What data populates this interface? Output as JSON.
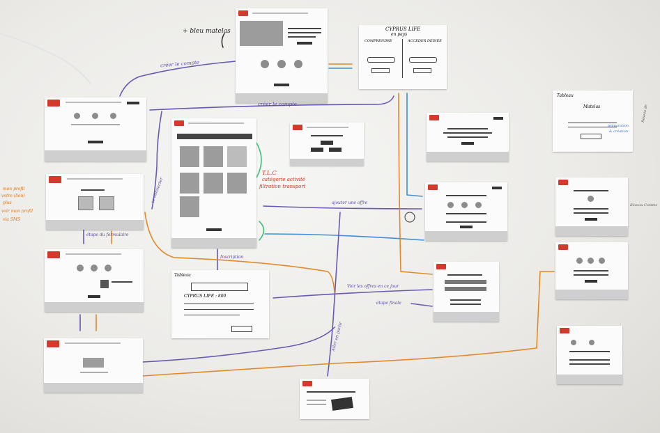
{
  "scene": {
    "description_free": true,
    "colors": {
      "purple": "#6a58b0",
      "orange": "#e08a2a",
      "blue": "#3f8fd6",
      "green": "#3fbf7a",
      "red": "#d23a2c"
    }
  },
  "notes": {
    "top_left": "+ bleu matelas",
    "create_account_1": "créer le compte",
    "create_account_2": "créer le compte",
    "connect": "se connecter",
    "tlc_1": "T.L.C",
    "tlc_2": "catégorie activité",
    "tlc_3": "filtration transport",
    "add_offer": "ajouter une offre",
    "step_form": "étape du formulaire",
    "inscription": "Inscription",
    "voir_offre": "Voir les offres en ce jour",
    "etape_finale": "étape finale",
    "left_orange_1": "mon profil",
    "left_orange_2": "votre (lien)",
    "left_orange_3": "plus",
    "left_orange_4": "voir mon profil",
    "left_orange_5": "via SMS",
    "vertical_note": "Aller en partir",
    "right_note_1": "préparation",
    "right_note_2": "& création",
    "far_right": "Réseau Comme",
    "top_right_note": "Réseau de",
    "center_sheet_title": "CYPRUS LIFE",
    "center_sheet_sub": "en pays",
    "center_sheet_left": "COMPRENDRE",
    "center_sheet_right": "ACCEDER DÉDIÉE",
    "sketch_right_title": "Tableau",
    "sketch_right_sub": "Matelas",
    "sketch_bottom_title": "CYPRUS LIFE : 800",
    "sketch_bottom_label": "Tableau"
  }
}
